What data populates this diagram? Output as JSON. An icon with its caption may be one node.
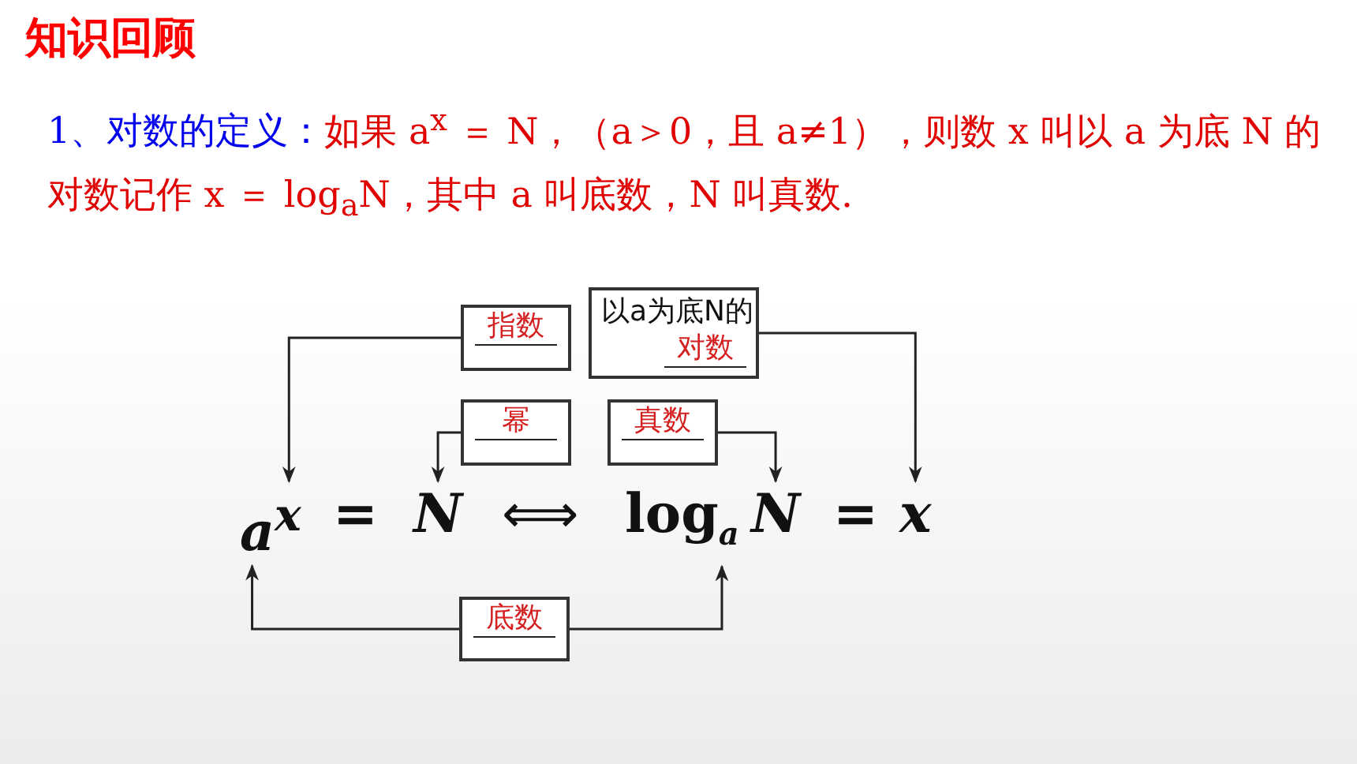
{
  "diagram": {
    "title": "知识回顾",
    "nodes": [
      {
        "text": [
          "指数"
        ]
      },
      {
        "text": [
          "以a为底N的",
          "对数"
        ]
      },
      {
        "text": [
          "幂"
        ]
      },
      {
        "text": [
          "真数"
        ]
      },
      {
        "text": [
          "底数"
        ]
      },
      {
        "text": [
          "a$^{x}$"
        ]
      },
      {
        "text": [
          "N"
        ]
      },
      {
        "text": [
          "log$_{a}$"
        ]
      },
      {
        "text": [
          "N"
        ]
      },
      {
        "text": [
          "x"
        ]
      }
    ],
    "edges": [
      {
        "from": 0,
        "to": 5,
        "arrow": "to"
      },
      {
        "from": 1,
        "to": 9,
        "arrow": "to"
      },
      {
        "from": 2,
        "to": 6,
        "arrow": "to"
      },
      {
        "from": 3,
        "to": 8,
        "arrow": "to"
      },
      {
        "from": 4,
        "to": 5,
        "arrow": "to"
      },
      {
        "from": 4,
        "to": 7,
        "arrow": "to"
      }
    ],
    "labels": [
      "1、对数的定义：",
      "如果 a$^{x}$ ＝ N，（a＞0，且 a≠1），则数 x 叫以 a 为底 N 的对数记作 x ＝ log$_{a}$N，其中 a 叫底数，N 叫真数.",
      "=",
      "⟺",
      "="
    ]
  }
}
